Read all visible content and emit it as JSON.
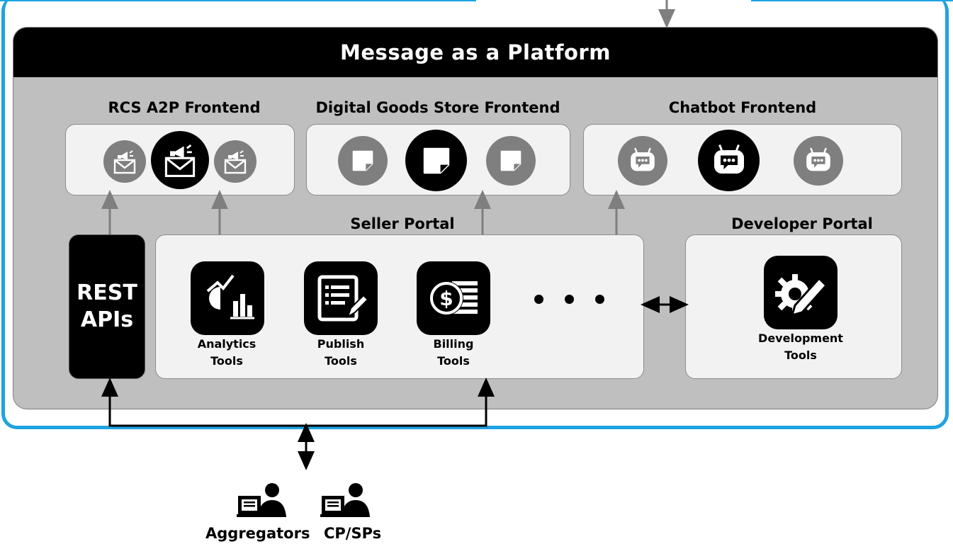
{
  "platform": {
    "title": "Message as a Platform"
  },
  "frontends": {
    "rcs": {
      "title": "RCS A2P Frontend",
      "icon": "megaphone-envelope-icon"
    },
    "digital_goods": {
      "title": "Digital Goods Store Frontend",
      "icon": "sticker-icon"
    },
    "chatbot": {
      "title": "Chatbot Frontend",
      "icon": "robot-icon"
    }
  },
  "rest_api": {
    "line1": "REST",
    "line2": "APIs"
  },
  "seller_portal": {
    "title": "Seller Portal",
    "tools": [
      {
        "label_line1": "Analytics",
        "label_line2": "Tools",
        "icon": "analytics-icon"
      },
      {
        "label_line1": "Publish",
        "label_line2": "Tools",
        "icon": "publish-icon"
      },
      {
        "label_line1": "Billing",
        "label_line2": "Tools",
        "icon": "billing-icon"
      }
    ]
  },
  "developer_portal": {
    "title": "Developer Portal",
    "tool": {
      "label_line1": "Development",
      "label_line2": "Tools",
      "icon": "gear-pencil-icon"
    }
  },
  "users": [
    {
      "label": "Aggregators",
      "icon": "user-at-terminal-icon"
    },
    {
      "label": "CP/SPs",
      "icon": "user-at-terminal-icon"
    }
  ],
  "colors": {
    "frame": "#1fa3e0",
    "platform_bg": "#bfbfbf",
    "panel_bg": "#f2f2f2",
    "header_bg": "#000000"
  }
}
